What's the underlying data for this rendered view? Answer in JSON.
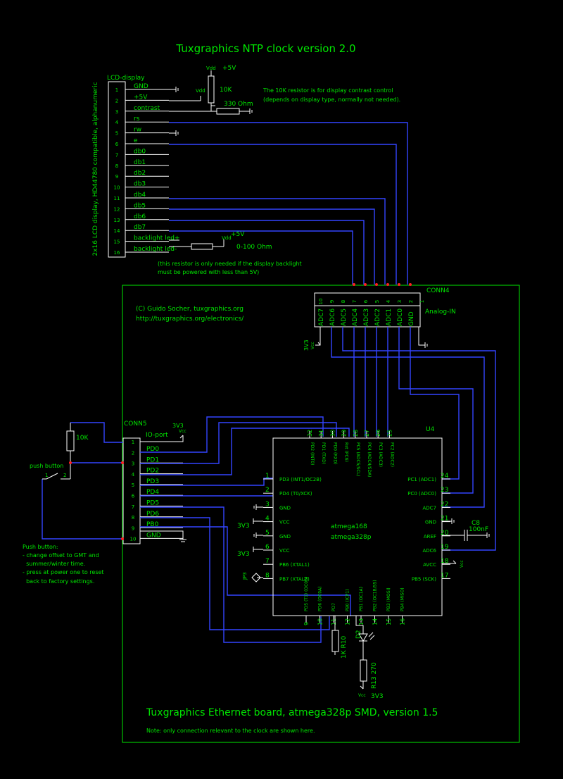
{
  "title": "Tuxgraphics NTP clock version 2.0",
  "lcd": {
    "label": "LCD-display",
    "side_label": "2x16 LCD display, HD44780 compatible, alphanumeric",
    "pin_numbers": [
      "1",
      "2",
      "3",
      "4",
      "5",
      "6",
      "7",
      "8",
      "9",
      "10",
      "11",
      "12",
      "13",
      "14",
      "15",
      "16"
    ],
    "pin_names": [
      "GND",
      "+5V",
      "contrast",
      "rs",
      "rw",
      "e",
      "db0",
      "db1",
      "db2",
      "db3",
      "db4",
      "db5",
      "db6",
      "db7",
      "backlight led+",
      "backlight led-"
    ]
  },
  "contrast": {
    "vdd": "Vdd",
    "plus5v": "+5V",
    "r10k": "10K",
    "r330": "330 Ohm",
    "note1": "The 10K resistor is for display contrast control",
    "note2": "(depends on display type, normally not needed)."
  },
  "backlight": {
    "vdd": "Vdd",
    "plus5v": "+5V",
    "r": "0-100 Ohm",
    "note1": "(this resistor is only needed if the display backlight",
    "note2": "must be powered with less than 5V)"
  },
  "board": {
    "copyright": "(C) Guido Socher, tuxgraphics.org",
    "url": "http://tuxgraphics.org/electronics/",
    "footer": "Tuxgraphics Ethernet board, atmega328p SMD, version 1.5",
    "note": "Note: only connection relevant to the clock are shown here."
  },
  "conn4": {
    "name": "CONN4",
    "subtitle": "Analog-IN",
    "pin_numbers": [
      "10",
      "9",
      "8",
      "7",
      "6",
      "5",
      "4",
      "3",
      "2",
      "1"
    ],
    "pin_names": [
      "ADC7",
      "ADC6",
      "ADC5",
      "ADC4",
      "ADC3",
      "ADC2",
      "ADC1",
      "ADC0",
      "GND"
    ],
    "vcc_label": "3V3",
    "vcc_sub": "Vcc"
  },
  "conn5": {
    "name": "CONN5",
    "subtitle": "IO-port",
    "v33": "3V3",
    "vcc": "Vcc",
    "pin_numbers": [
      "1",
      "2",
      "3",
      "4",
      "5",
      "6",
      "7",
      "8",
      "9",
      "10"
    ],
    "pin_names": [
      "PD0",
      "PD1",
      "PD2",
      "PD3",
      "PD4",
      "PD5",
      "PD6",
      "PB0",
      "GND"
    ]
  },
  "pushbutton": {
    "r": "10K",
    "label": "push button",
    "p1": "1",
    "p2": "2",
    "note_title": "Push button:",
    "note1": "- change offset to GMT and",
    "note2": "  summer/winter time.",
    "note3": "- press at power one to reset",
    "note4": "  back to factory settings."
  },
  "mcu": {
    "ref": "U4",
    "name1": "atmega168",
    "name2": "atmega328p",
    "top_pins": [
      {
        "num": "32",
        "name": "PD2 (INT0)"
      },
      {
        "num": "31",
        "name": "PD1 (TXD)"
      },
      {
        "num": "30",
        "name": "PD0 (RXD)"
      },
      {
        "num": "29",
        "name": "Rst (PC6)"
      },
      {
        "num": "28",
        "name": "PC5 (ADC5/SCL)"
      },
      {
        "num": "27",
        "name": "PC4 (ADC4/SDA)"
      },
      {
        "num": "26",
        "name": "PC3 (ADC3)"
      },
      {
        "num": "25",
        "name": "PC2 (ADC2)"
      }
    ],
    "left_pins": [
      {
        "num": "1",
        "name": "PD3 (INT1/OC2B)"
      },
      {
        "num": "2",
        "name": "PD4 (T0/XCK)"
      },
      {
        "num": "3",
        "name": "GND"
      },
      {
        "num": "4",
        "name": "VCC"
      },
      {
        "num": "5",
        "name": "GND"
      },
      {
        "num": "6",
        "name": "VCC"
      },
      {
        "num": "7",
        "name": "PB6 (XTAL1)"
      },
      {
        "num": "8",
        "name": "PB7 (XTAL2)"
      }
    ],
    "right_pins": [
      {
        "num": "24",
        "name": "PC1 (ADC1)"
      },
      {
        "num": "23",
        "name": "PC0 (ADC0)"
      },
      {
        "num": "22",
        "name": "ADC7"
      },
      {
        "num": "21",
        "name": "GND"
      },
      {
        "num": "20",
        "name": "AREF"
      },
      {
        "num": "19",
        "name": "ADC6"
      },
      {
        "num": "18",
        "name": "AVCC"
      },
      {
        "num": "17",
        "name": "PB5 (SCK)"
      }
    ],
    "bottom_pins": [
      {
        "num": "9",
        "name": "PD5 (T1) (OC0B)"
      },
      {
        "num": "10",
        "name": "PD6 (OC0A)"
      },
      {
        "num": "11",
        "name": "PD7"
      },
      {
        "num": "12",
        "name": "PB0 (ICP1)"
      },
      {
        "num": "13",
        "name": "PB1 (OC1A)"
      },
      {
        "num": "14",
        "name": "PB2 (OC1B/SS)"
      },
      {
        "num": "15",
        "name": "PB3 (MOSI)"
      },
      {
        "num": "16",
        "name": "PB4 (MISO)"
      }
    ],
    "v33a": "3V3",
    "v33b": "3V3",
    "vcc": "Vcc",
    "jp": "JP3",
    "c8": "C8",
    "c8v": "100nF",
    "avcc_vcc": "Vcc"
  },
  "led": {
    "r10": "1K R10",
    "d2": "D2",
    "r13": "R13 270",
    "vcc": "Vcc",
    "v33": "3V3"
  }
}
